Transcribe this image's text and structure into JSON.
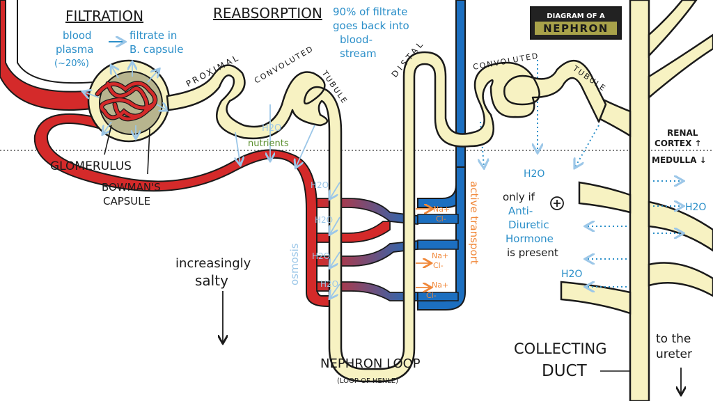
{
  "title_box": {
    "line1": "DIAGRAM OF A",
    "line2": "NEPHRON"
  },
  "sections": {
    "filtration": {
      "heading": "FILTRATION",
      "note_left_1": "blood",
      "note_left_2": "plasma",
      "note_left_3": "(~20%)",
      "note_right_1": "filtrate in",
      "note_right_2": "B. capsule"
    },
    "reabsorption": {
      "heading": "REABSORPTION",
      "note_1": "90% of filtrate",
      "note_2": "goes back into",
      "note_3": "blood-",
      "note_4": "stream"
    }
  },
  "labels": {
    "glomerulus": "GLOMERULUS",
    "bowmans_1": "BOWMAN'S",
    "bowmans_2": "CAPSULE",
    "proximal": "PROXIMAL",
    "convoluted": "CONVOLUTED",
    "tubule": "TUBULE",
    "distal": "DISTAL",
    "convoluted_2": "CONVOLUTED",
    "tubule_2": "TUBULE",
    "h2o": "H2O",
    "nutrients": "nutrients",
    "osmosis": "osmosis",
    "active_transport": "active transport",
    "na": "Na+",
    "cl": "Cl-",
    "increasingly": "increasingly",
    "salty": "salty",
    "nephron_loop": "NEPHRON LOOP",
    "loop_of_henle": "(LOOP OF HENLE)",
    "renal_cortex_1": "RENAL",
    "renal_cortex_2": "CORTEX ↑",
    "medulla": "MEDULLA ↓",
    "adh_1": "only if",
    "adh_2": "Anti-",
    "adh_3": "Diuretic",
    "adh_4": "Hormone",
    "adh_5": "is present",
    "collecting_1": "COLLECTING",
    "collecting_2": "DUCT",
    "ureter_1": "to the",
    "ureter_2": "ureter"
  },
  "colors": {
    "blood_red": "#d42a2a",
    "blood_blue": "#1c6fc0",
    "tubule_fill": "#f7f2c2",
    "outline": "#1a1a1a",
    "note_blue": "#2b8fc9",
    "water_blue": "#9cc7e8",
    "nutrient_green": "#5b8f2e",
    "orange": "#f0883a",
    "title_olive": "#a8a24a"
  }
}
